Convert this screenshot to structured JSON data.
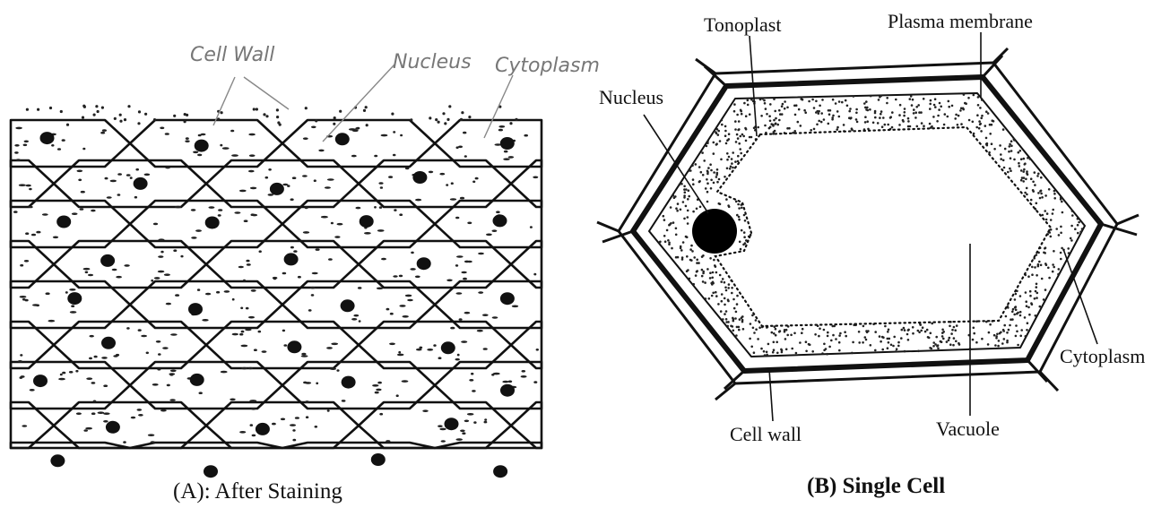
{
  "panel_a": {
    "handwritten_labels": {
      "cell_wall": "Cell Wall",
      "nucleus": "Nucleus",
      "cytoplasm": "Cytoplasm"
    },
    "caption": "(A): After Staining"
  },
  "panel_b": {
    "labels": {
      "tonoplast": "Tonoplast",
      "plasma_membrane": "Plasma membrane",
      "nucleus": "Nucleus",
      "cytoplasm": "Cytoplasm",
      "cell_wall": "Cell wall",
      "vacuole": "Vacuole"
    },
    "caption": "(B) Single Cell"
  }
}
